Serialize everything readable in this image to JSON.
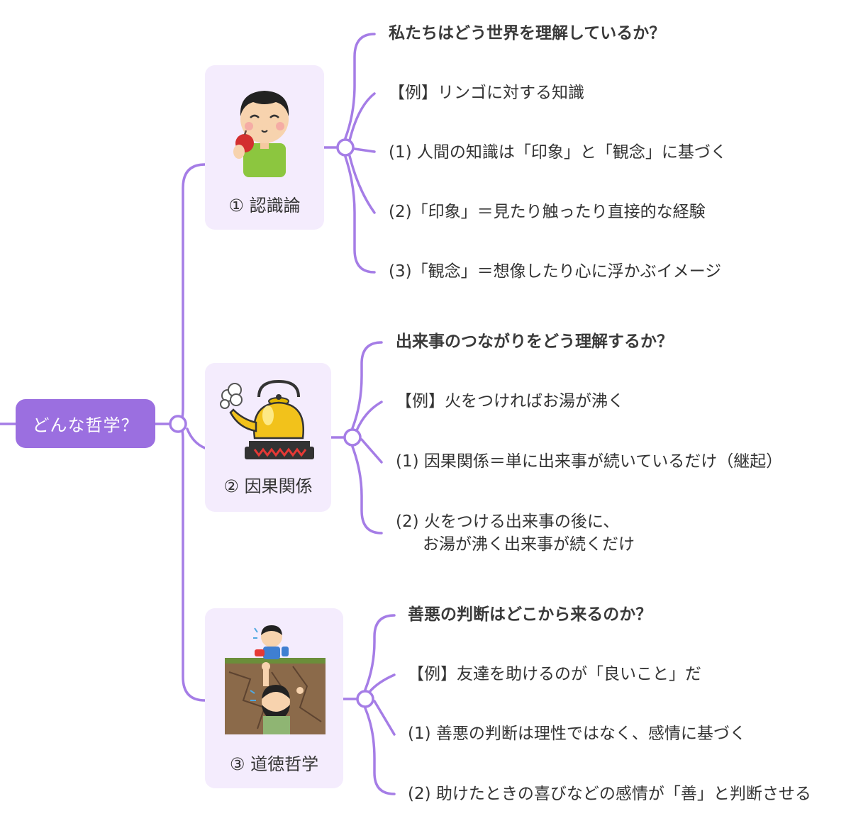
{
  "root": {
    "label": "どんな哲学？"
  },
  "colors": {
    "accent": "#9b6fe0",
    "connector": "#a57de6",
    "card_background": "#f4ecfd",
    "text": "#333333"
  },
  "branches": [
    {
      "label": "① 認識論",
      "illustration": "boy-eating-apple-icon",
      "items": [
        "私たちはどう世界を理解しているか？",
        "【例】リンゴに対する知識",
        "(1) 人間の知識は「印象」と「観念」に基づく",
        "(2)「印象」＝見たり触ったり直接的な経験",
        "(3)「観念」＝想像したり心に浮かぶイメージ"
      ]
    },
    {
      "label": "② 因果関係",
      "illustration": "kettle-on-stove-icon",
      "items": [
        "出来事のつながりをどう理解するか？",
        "【例】火をつければお湯が沸く",
        "(1) 因果関係＝単に出来事が続いているだけ（継起）",
        "(2) 火をつける出来事の後に、",
        "お湯が沸く出来事が続くだけ"
      ]
    },
    {
      "label": "③ 道徳哲学",
      "illustration": "helping-friend-out-of-pit-icon",
      "items": [
        "善悪の判断はどこから来るのか？",
        "【例】友達を助けるのが「良いこと」だ",
        "(1) 善悪の判断は理性ではなく、感情に基づく",
        "(2) 助けたときの喜びなどの感情が「善」と判断させる"
      ]
    }
  ]
}
